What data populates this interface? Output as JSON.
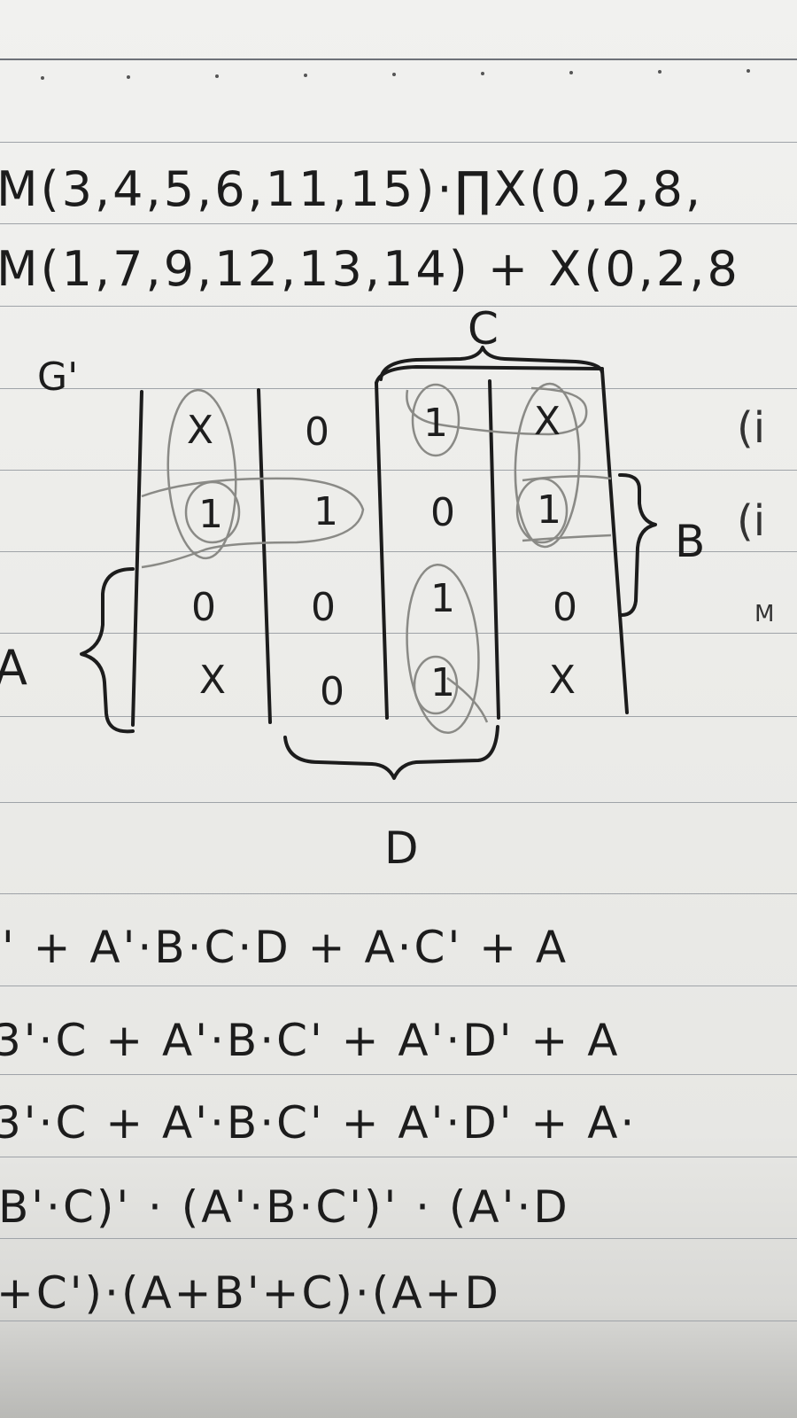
{
  "equations_top": [
    "M(3,4,5,6,11,15)·∏X(0,2,8,",
    "M(1,7,9,12,13,14) + X(0,2,8"
  ],
  "kmap": {
    "title": "G'",
    "labels": {
      "C": "C",
      "A": "A",
      "B": "B",
      "D": "D"
    },
    "cells": [
      [
        "X",
        "0",
        "1",
        "X"
      ],
      [
        "1",
        "1",
        "0",
        "1"
      ],
      [
        "0",
        "0",
        "1",
        "0"
      ],
      [
        "X",
        "0",
        "1",
        "X"
      ]
    ]
  },
  "right_margin": [
    "(i",
    "(i",
    "M"
  ],
  "equations_bottom": [
    "' + A'·B·C·D + A·C' + A",
    "3'·C + A'·B·C' + A'·D' + A",
    "3'·C + A'·B·C' + A'·D' + A·",
    "B'·C)' · (A'·B·C')' · (A'·D",
    "+C')·(A+B'+C)·(A+D"
  ]
}
